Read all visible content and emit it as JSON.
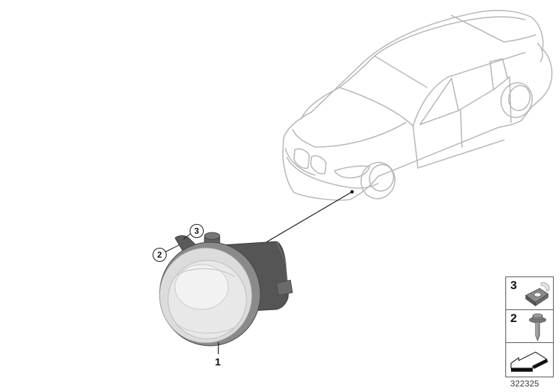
{
  "diagram": {
    "type": "parts-diagram",
    "subject": "Fog light assembly",
    "diagram_number": "322325",
    "callouts": [
      {
        "label": "1",
        "part": "fog-light"
      },
      {
        "label": "2",
        "part": "screw"
      },
      {
        "label": "3",
        "part": "clip-nut"
      }
    ]
  },
  "legend": {
    "items": [
      {
        "number": "3",
        "icon": "clip-nut-icon"
      },
      {
        "number": "2",
        "icon": "screw-icon"
      },
      {
        "number": "",
        "icon": "direction-arrow-icon"
      }
    ]
  },
  "colors": {
    "car_outline": "#b5b5b5",
    "leader_line": "#111111",
    "part_dark": "#4a4a4a",
    "lens": "#d8d8d8"
  }
}
